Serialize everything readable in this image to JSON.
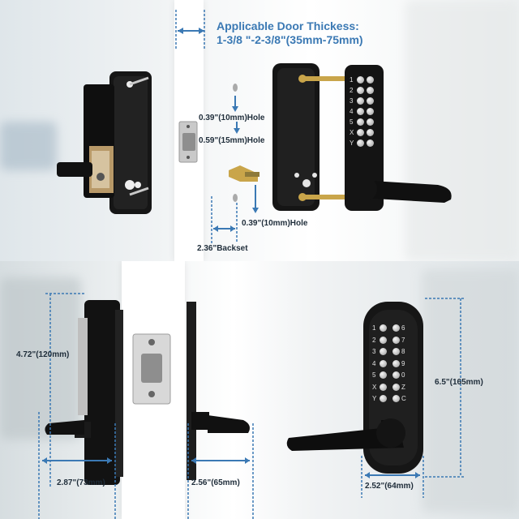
{
  "header": {
    "thickness_title": "Applicable Door Thickess:",
    "thickness_range": "1-3/8 \"-2-3/8\"(35mm-75mm)"
  },
  "top_labels": {
    "hole_top": "0.39\"(10mm)Hole",
    "hole_mid": "0.59\"(15mm)Hole",
    "hole_bottom": "0.39\"(10mm)Hole",
    "backset": "2.36\"Backset"
  },
  "bottom_labels": {
    "height_left": "4.72\"(120mm)",
    "depth_left": "2.87\"(73mm)",
    "depth_right": "2.56\"(65mm)",
    "height_right": "6.5\"(165mm)",
    "width_right": "2.52\"(64mm)"
  },
  "keypad_keys": [
    "1",
    "2",
    "3",
    "4",
    "5",
    "X",
    "Y"
  ],
  "keypad_keys_right": [
    "6",
    "7",
    "8",
    "9",
    "0",
    "Z",
    "C"
  ],
  "colors": {
    "accent": "#3b79b4",
    "lock_body": "#1a1a1a",
    "brass": "#c9a54a"
  }
}
